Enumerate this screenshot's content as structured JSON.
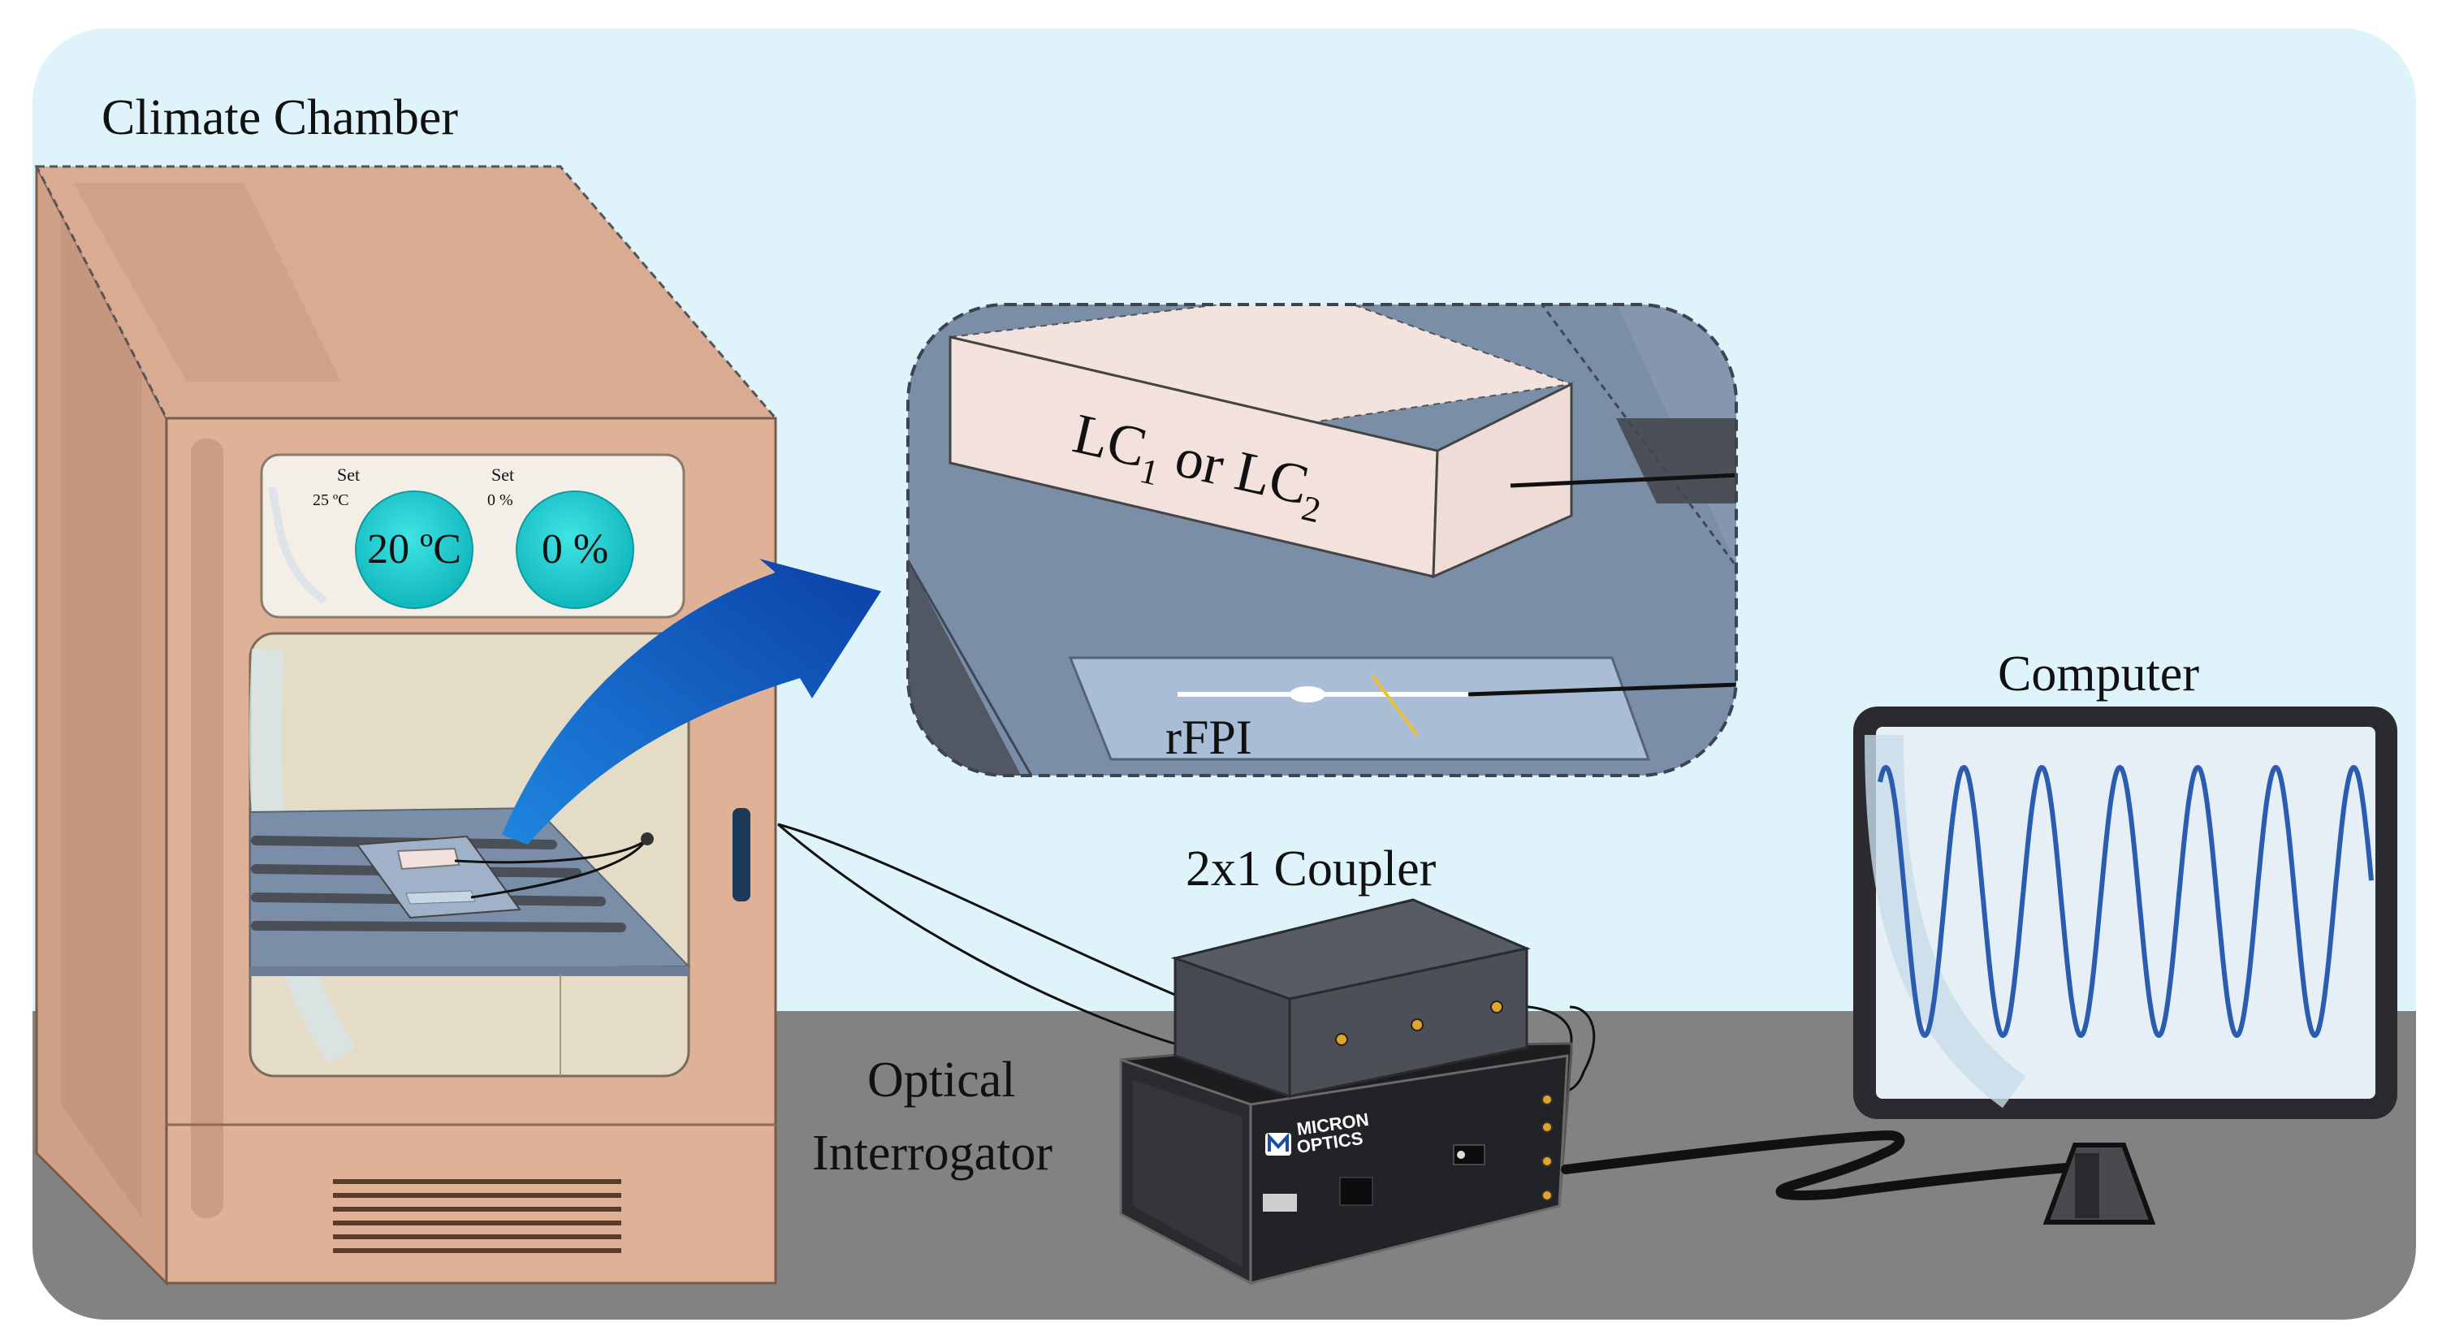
{
  "labels": {
    "climate_chamber": "Climate Chamber",
    "computer": "Computer",
    "coupler": "2x1 Coupler",
    "interrogator_line1": "Optical",
    "interrogator_line2": "Interrogator",
    "rfpi": "rFPI",
    "lc_main": "LC",
    "lc_sub1": "1",
    "lc_or": " or LC",
    "lc_sub2": "2"
  },
  "chamber_display": {
    "temp_set_label": "Set",
    "temp_set_value": "25 ºC",
    "temp_reading": "20 ºC",
    "hum_set_label": "Set",
    "hum_set_value": "0 %",
    "hum_reading": "0 %"
  },
  "device_branding": {
    "brand_line1": "MICRON",
    "brand_line2": "OPTICS"
  },
  "colors": {
    "background_sky": "#dff3fa",
    "floor": "#828282",
    "chamber_body": "#dfb197",
    "display_dial": "#1fcfcf",
    "inset_background": "#7b8ea8",
    "lc_block": "#f2e1dc",
    "arrow": "#1a66c9",
    "signal_wave": "#2a5db0"
  },
  "chart_data": {
    "type": "line",
    "title": "",
    "xlabel": "",
    "ylabel": "",
    "description_kind": "sinusoidal spectrum on monitor",
    "series": [
      {
        "cycles": 6.3,
        "amplitude": 1.0
      }
    ]
  }
}
